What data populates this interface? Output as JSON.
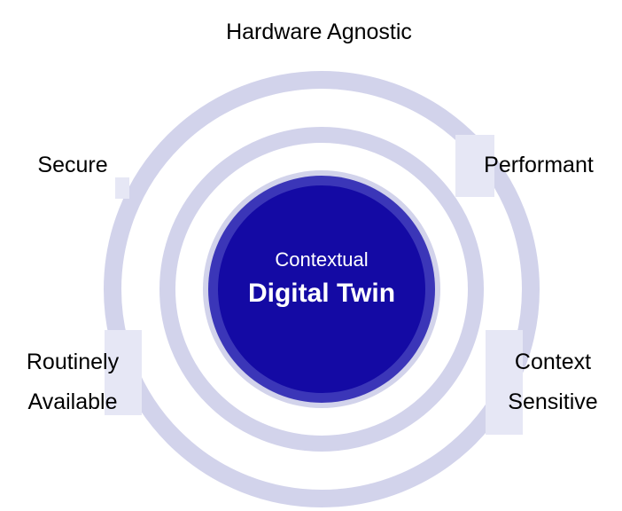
{
  "center": {
    "subtitle": "Contextual",
    "title": "Digital Twin"
  },
  "labels": {
    "top": "Hardware Agnostic",
    "upper_left": "Secure",
    "upper_right": "Performant",
    "lower_left": [
      "Routinely",
      "Available"
    ],
    "lower_right": [
      "Context",
      "Sensitive"
    ]
  },
  "colors": {
    "ring": "#d2d3eb",
    "ring_notch": "#e6e7f5",
    "core_outer": "#3b36b8",
    "core": "#140aa4",
    "center_text": "#ffffff",
    "label_text": "#000000",
    "background": "#ffffff"
  }
}
